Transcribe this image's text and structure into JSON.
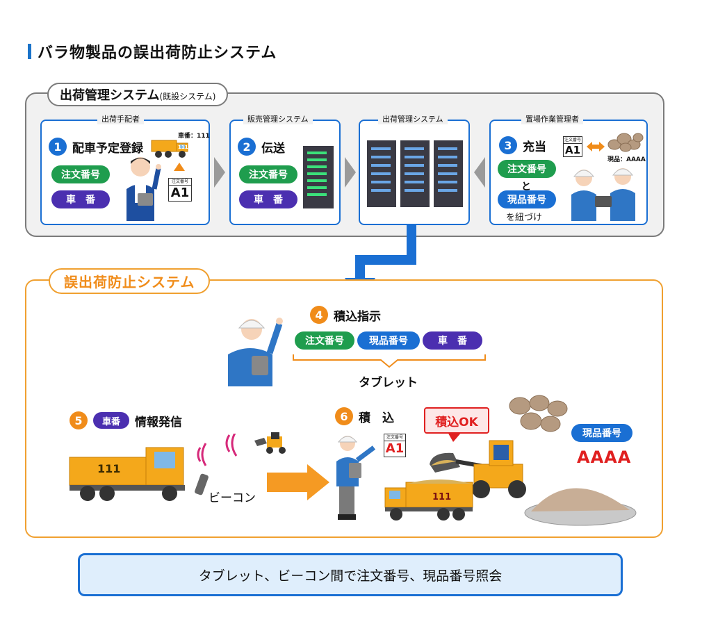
{
  "title": "バラ物製品の誤出荷防止システム",
  "upper": {
    "label_main": "出荷管理システム",
    "label_sub": "(既設システム)",
    "boxes": [
      {
        "caption": "出荷手配者",
        "num": "1",
        "heading": "配車予定登録",
        "pills": [
          "注文番号",
          "車　番"
        ],
        "truck_label": "車番：111",
        "truck_plate": "111",
        "tag_small": "注文番号",
        "tag_big": "A1"
      },
      {
        "caption": "販売管理システム",
        "num": "2",
        "heading": "伝送",
        "pills": [
          "注文番号",
          "車　番"
        ]
      },
      {
        "caption": "出荷管理システム"
      },
      {
        "caption": "置場作業管理者",
        "num": "3",
        "heading": "充当",
        "pill1": "注文番号",
        "and": "と",
        "pill2": "現品番号",
        "link": "を紐づけ",
        "tag_small": "注文番号",
        "tag_big": "A1",
        "stone_label": "現品：AAAA"
      }
    ]
  },
  "lower": {
    "label": "誤出荷防止システム",
    "step4": {
      "num": "4",
      "heading": "積込指示",
      "pills": [
        "注文番号",
        "現品番号",
        "車　番"
      ],
      "device": "タブレット"
    },
    "step5": {
      "num": "5",
      "pill": "車番",
      "heading": "情報発信",
      "truck_plate": "111",
      "beacon": "ビーコン"
    },
    "step6": {
      "num": "6",
      "heading": "積　込",
      "tag_small": "注文番号",
      "tag_big": "A1",
      "callout": "積込OK",
      "truck_plate": "111",
      "stock_pill": "現品番号",
      "stock_code": "AAAA"
    }
  },
  "banner": "タブレット、ビーコン間で注文番号、現品番号照会",
  "colors": {
    "blue": "#1a6fd3",
    "green": "#1f9d4e",
    "purple": "#4b2fb0",
    "orange": "#f08c1a",
    "red": "#e02020",
    "gray": "#7b7b7b"
  }
}
